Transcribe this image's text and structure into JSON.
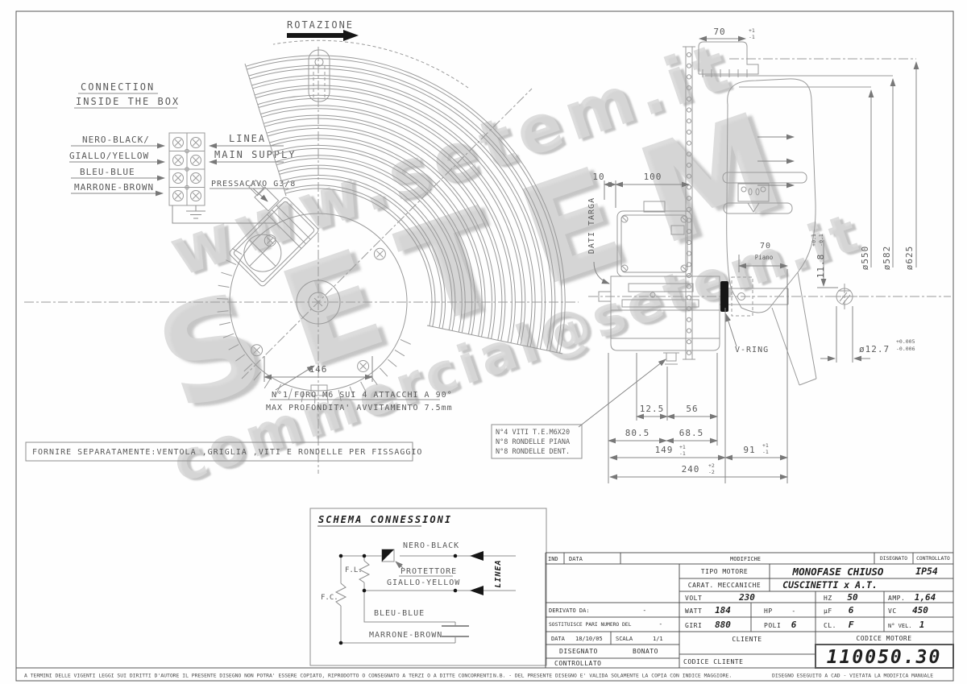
{
  "colors": {
    "line": "#9a9a9a",
    "dim_line": "#868686",
    "text": "#5a5a5a",
    "title_ink": "#2e2e2e",
    "frame": "#555555",
    "watermark": "#d7d7d7",
    "accent_black": "#161616"
  },
  "rotation_label": "ROTAZIONE",
  "connection_box": {
    "title1": "CONNECTION",
    "title2": "INSIDE THE BOX",
    "wire1": "NERO-BLACK/",
    "wire2": "GIALLO/YELLOW",
    "wire3": "BLEU-BLUE",
    "wire4": "MARRONE-BROWN",
    "linea": "LINEA",
    "main_supply": "MAIN SUPPLY",
    "pressacavo": "PRESSACAVO G3/8"
  },
  "front_view": {
    "dim146": "146",
    "note1": "N°1 FORO M6 SUI 4 ATTACCHI A 90°",
    "note2": "MAX PROFONDITA' AVVITAMENTO 7.5mm"
  },
  "side_view": {
    "dim70_top": "70",
    "tol70_p": "+1",
    "tol70_m": "-1",
    "dim10": "10",
    "dim100": "100",
    "dati_targa": "DATI TARGA",
    "dim70_blade": "70",
    "piano": "Piano",
    "dim118": "11.8",
    "tol118_p": "+0.1",
    "tol118_m": "-0.1",
    "dia550": "ø550",
    "dia582": "ø582",
    "dia625": "ø625",
    "dia127": "ø12.7",
    "tol127_p": "+0.005",
    "tol127_m": "-0.006",
    "vring": "V-RING",
    "dim125": "12.5",
    "dim56": "56",
    "dim805": "80.5",
    "dim685": "68.5",
    "dim149": "149",
    "tol149_p": "+1",
    "tol149_m": "-1",
    "dim91": "91",
    "tol91_p": "+1",
    "tol91_m": "-1",
    "dim240": "240",
    "tol240_p": "+2",
    "tol240_m": "-2",
    "viti1": "N°4 VITI T.E.M6X20",
    "viti2": "N°8 RONDELLE PIANA",
    "viti3": "N°8 RONDELLE DENT."
  },
  "supply_note": "FORNIRE SEPARATAMENTE:VENTOLA ,GRIGLIA ,VITI E RONDELLE PER FISSAGGIO",
  "schema": {
    "title": "SCHEMA CONNESSIONI",
    "nero": "NERO-BLACK",
    "protettore": "PROTETTORE",
    "giallo": "GIALLO-YELLOW",
    "bleu": "BLEU-BLUE",
    "marrone": "MARRONE-BROWN",
    "fl": "F.L.",
    "fc": "F.C.",
    "linea": "LINEA"
  },
  "title_block": {
    "ind": "IND",
    "data_h": "DATA",
    "modifiche": "MODIFICHE",
    "disegnato_h": "DISEGNATO",
    "controllato_h": "CONTROLLATO",
    "tipo_label": "TIPO MOTORE",
    "tipo_value": "MONOFASE CHIUSO",
    "ip": "IP54",
    "carat_label": "CARAT. MECCANICHE",
    "carat_value": "CUSCINETTI x A.T.",
    "volt_label": "VOLT",
    "volt": "230",
    "hz_label": "HZ",
    "hz": "50",
    "amp_label": "AMP.",
    "amp": "1,64",
    "derivato_label": "DERIVATO DA:",
    "derivato": "-",
    "watt_label": "WATT",
    "watt": "184",
    "hp_label": "HP",
    "hp": "-",
    "uf_label": "µF",
    "uf": "6",
    "vc_label": "VC",
    "vc": "450",
    "sostituisce_label": "SOSTITUISCE PARI NUMERO DEL",
    "sostituisce": "-",
    "giri_label": "GIRI",
    "giri": "880",
    "poli_label": "POLI",
    "poli": "6",
    "cl_label": "CL.",
    "cl": "F",
    "nvel_label": "N° VEL.",
    "nvel": "1",
    "data_label": "DATA",
    "data_value": "18/10/05",
    "scala_label": "SCALA",
    "scala_value": "1/1",
    "cliente_label": "CLIENTE",
    "codice_motore_label": "CODICE MOTORE",
    "disegnato_label": "DISEGNATO",
    "disegnato_value": "BONATO",
    "controllato_label": "CONTROLLATO",
    "codice_cliente_label": "CODICE CLIENTE",
    "codice_motore_value": "110050.30"
  },
  "watermark": {
    "line1": "www.setem.it",
    "line2": "SETEM",
    "line3": "commercial@setem.it"
  },
  "footer": {
    "left": "A TERMINI DELLE VIGENTI LEGGI SUI DIRITTI D'AUTORE IL PRESENTE DISEGNO NON POTRA' ESSERE COPIATO, RIPRODOTTO O CONSEGNATO A TERZI O A DITTE CONCORRENTI.",
    "mid": "N.B. - DEL PRESENTE DISEGNO E' VALIDA SOLAMENTE LA COPIA CON INDICE MAGGIORE.",
    "right": "DISEGNO ESEGUITO A CAD - VIETATA LA MODIFICA MANUALE"
  }
}
